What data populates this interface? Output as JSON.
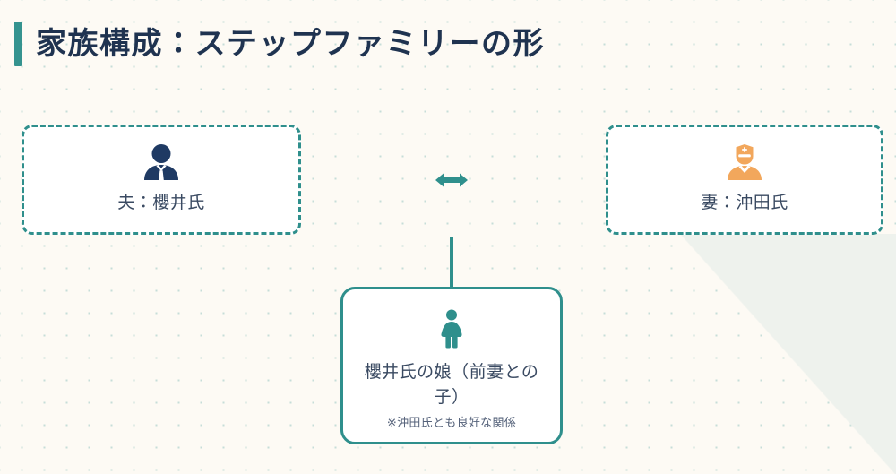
{
  "slide": {
    "title": "家族構成：ステップファミリーの形",
    "background_color": "#fdfaf4",
    "accent_color": "#35938f",
    "title_color": "#1f3350"
  },
  "people": {
    "husband": {
      "label": "夫：櫻井氏",
      "icon": "businessman-icon",
      "icon_color": "#1f3a63",
      "border_style": "dashed",
      "border_color": "#2f8f8c"
    },
    "wife": {
      "label": "妻：沖田氏",
      "icon": "nurse-icon",
      "icon_color": "#f2a75c",
      "border_style": "dashed",
      "border_color": "#2f8f8c"
    },
    "daughter": {
      "label": "櫻井氏の娘（前妻との子）",
      "note": "※沖田氏とも良好な関係",
      "icon": "girl-icon",
      "icon_color": "#2f8f8c",
      "border_style": "solid",
      "border_color": "#2f8f8c"
    }
  },
  "connectors": {
    "spouse_arrow": {
      "glyph": "↔",
      "icon": "double-arrow-horizontal-icon",
      "color": "#2f8f8c"
    },
    "child_line": {
      "icon": "vertical-line-connector",
      "color": "#2f8f8c"
    }
  }
}
